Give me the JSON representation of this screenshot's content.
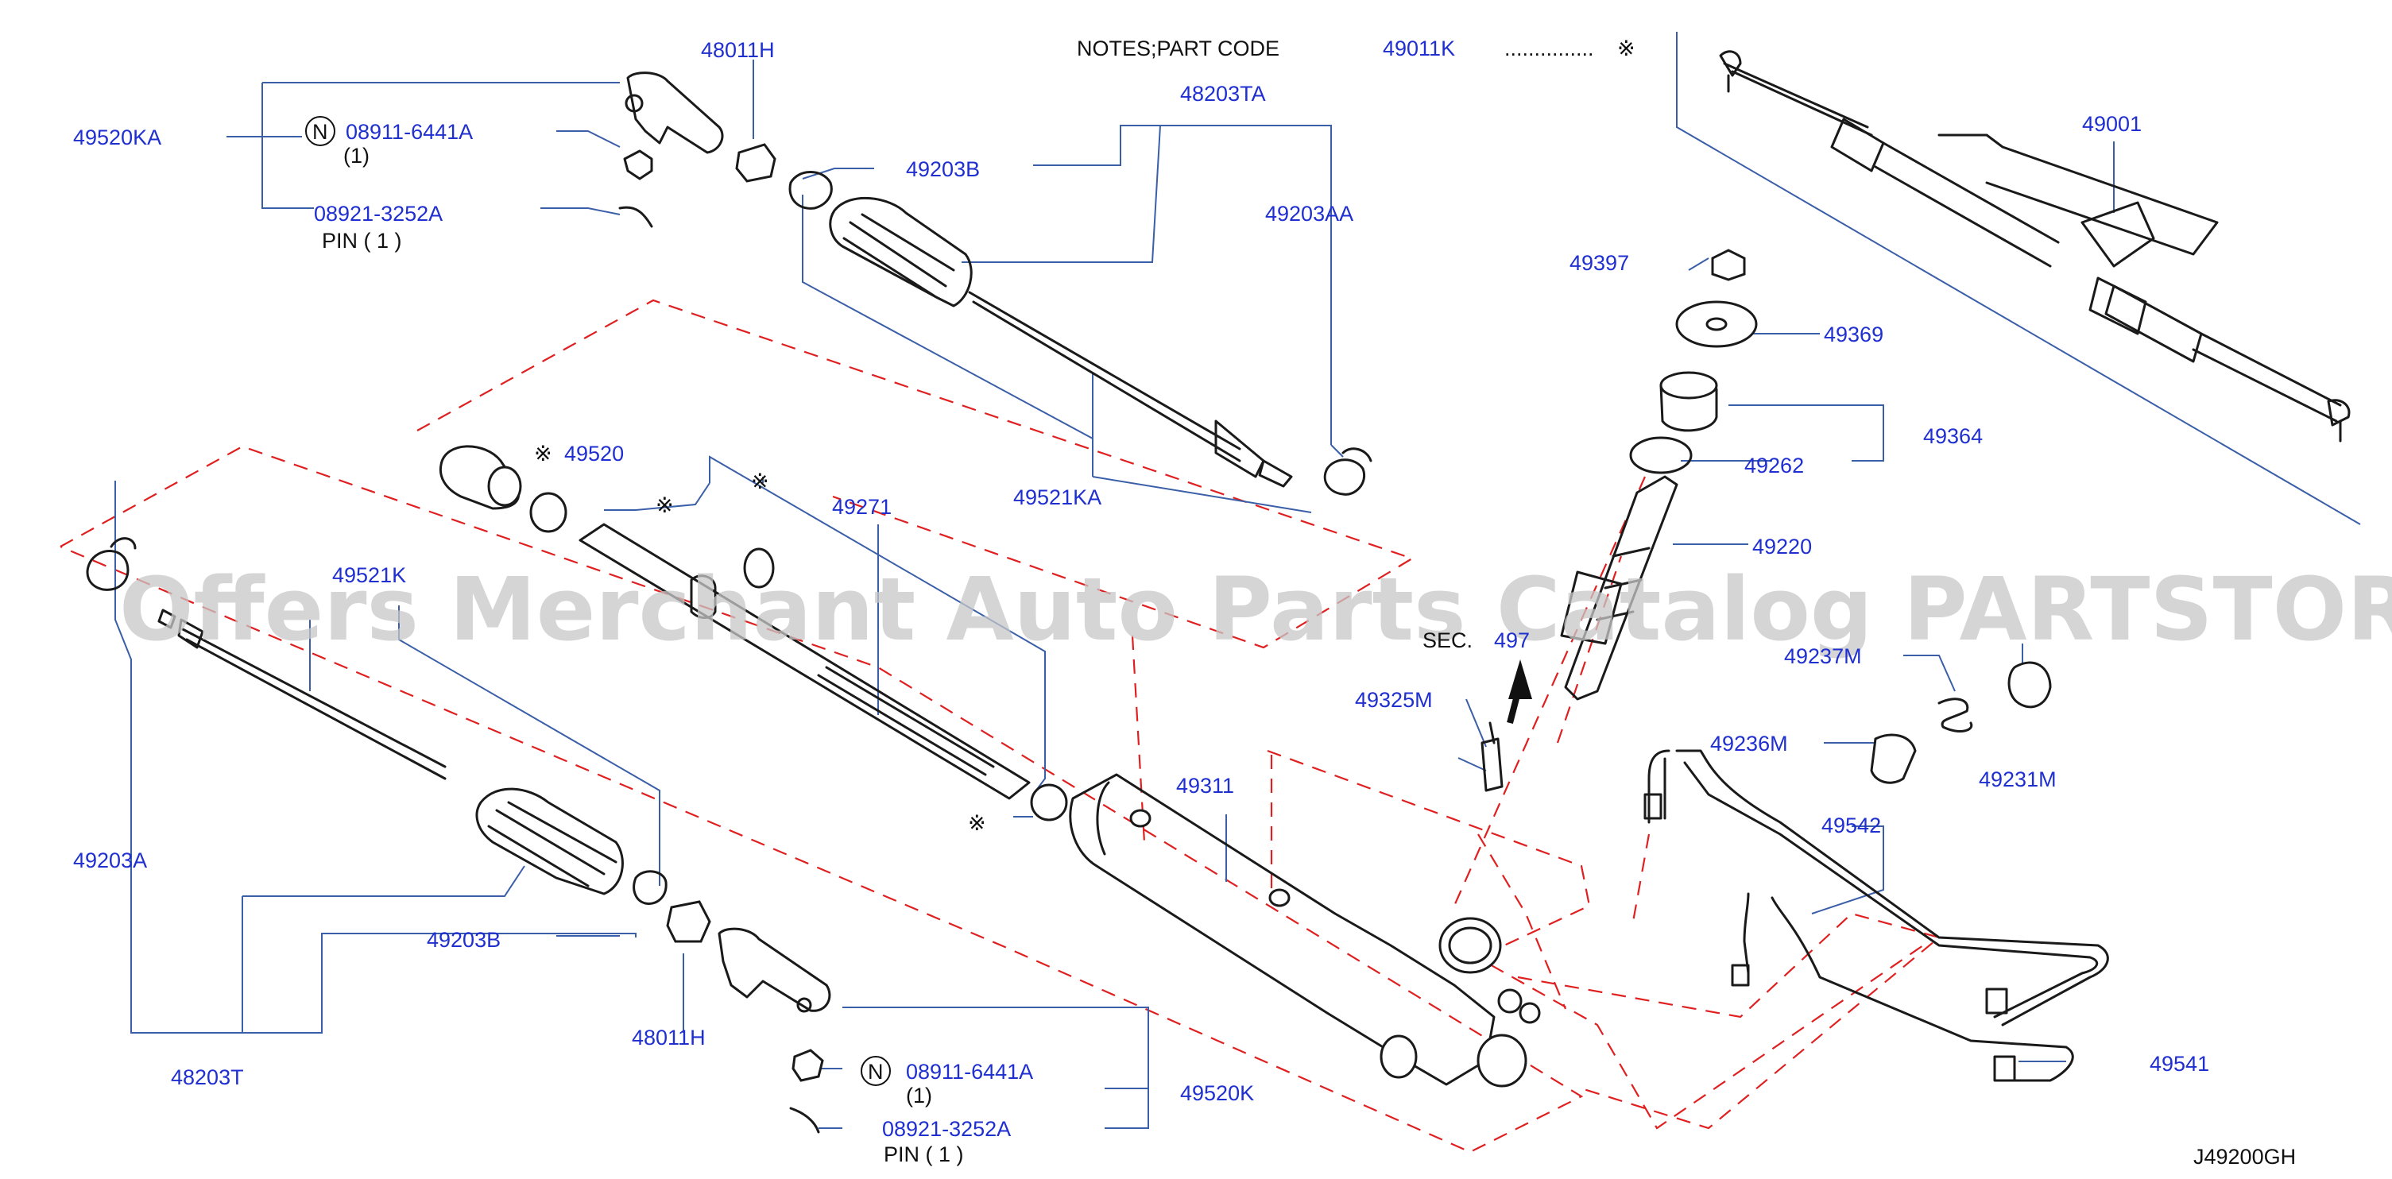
{
  "diagram_code": "J49200GH",
  "watermark": "Offers Merchant Auto Parts Catalog PARTSTORE.SA",
  "notes": {
    "title": "NOTES;PART   CODE",
    "code": "49011K",
    "dots": "...............",
    "mark": "※"
  },
  "sec_label": "SEC.",
  "sec_number": "497",
  "parts": {
    "p48011H_top": "48011H",
    "p49520KA": "49520KA",
    "n_top": "N",
    "p08911_top": "08911-6441A",
    "qty_top": "(1)",
    "p08921_top": "08921-3252A",
    "pin_top": "PIN  ( 1 )",
    "p49203B_top": "49203B",
    "p48203TA": "48203TA",
    "p49203AA": "49203AA",
    "p49001": "49001",
    "p49397": "49397",
    "p49369": "49369",
    "p49364": "49364",
    "p49262": "49262",
    "p49220": "49220",
    "p49520": "49520",
    "p49271": "49271",
    "p49521KA": "49521KA",
    "p49521K": "49521K",
    "p49237M": "49237M",
    "p49325M": "49325M",
    "p49236M": "49236M",
    "p49231M": "49231M",
    "p49311": "49311",
    "p49542": "49542",
    "p49203A": "49203A",
    "p49203B_bot": "49203B",
    "p48203T": "48203T",
    "p48011H_bot": "48011H",
    "n_bot": "N",
    "p08911_bot": "08911-6441A",
    "qty_bot": "(1)",
    "p49520K": "49520K",
    "p08921_bot": "08921-3252A",
    "pin_bot": "PIN  ( 1 )",
    "p49541": "49541",
    "mark1": "※",
    "mark2": "※",
    "mark3": "※",
    "mark4": "※"
  }
}
